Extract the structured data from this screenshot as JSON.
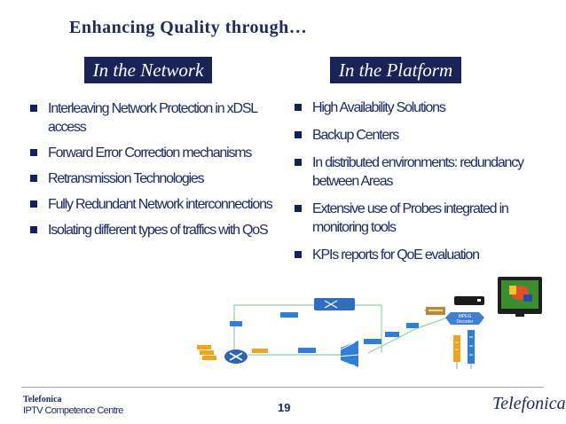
{
  "slide": {
    "title": "Enhancing Quality through…",
    "left_heading": "In the Network",
    "right_heading": "In the Platform",
    "left_bullets": [
      "Interleaving Network Protection in xDSL access",
      "Forward Error Correction mechanisms",
      "Retransmission Technologies",
      "Fully Redundant Network interconnections",
      "Isolating different types of traffics with QoS"
    ],
    "right_bullets": [
      "High Availability Solutions",
      "Backup Centers",
      "In distributed environments: redundancy between Areas",
      "Extensive use of Probes integrated in monitoring tools",
      "KPIs reports for QoE evaluation"
    ],
    "decoder_label": "MPEG Decoder"
  },
  "footer": {
    "org": "Telefonica",
    "unit": "IPTV Competence Centre",
    "page": "19",
    "logo_text": "Telefonica"
  },
  "colors": {
    "navy": "#1a2358",
    "text": "#1c2a66",
    "link_green": "#8fd3a7",
    "packet_blue": "#2f7fd6",
    "packet_orange": "#f5a21b"
  }
}
